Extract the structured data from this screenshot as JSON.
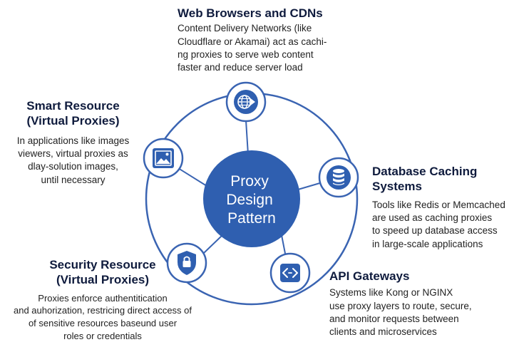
{
  "center": {
    "lines": [
      "Proxy",
      "Design",
      "Pattern"
    ]
  },
  "colors": {
    "ring": "#3a64b2",
    "center": "#2f5fb0",
    "icon_bg": "#2f5fb0",
    "node_fill": "#ffffff",
    "title": "#0f1b3d"
  },
  "nodes": [
    {
      "id": "web",
      "icon": "globe-arrow-icon",
      "title_lines": [
        "Web Browsers and CDNs"
      ],
      "desc_lines": [
        "Content Delivery Networks (like",
        "Cloudflare or Akamai) act as cachi-",
        "ng proxies to serve web content",
        "faster and reduce server load"
      ]
    },
    {
      "id": "db",
      "icon": "database-icon",
      "title_lines": [
        "Database Caching",
        "Systems"
      ],
      "desc_lines": [
        "Tools like Redis or Memcached",
        "are used as caching proxies",
        "to speed up database access",
        "in large-scale applications"
      ]
    },
    {
      "id": "api",
      "icon": "code-brackets-icon",
      "title_lines": [
        "API Gateways"
      ],
      "desc_lines": [
        "Systems like Kong or NGINX",
        "use proxy layers to route, secure,",
        "and monitor requests between",
        "clients and microservices"
      ]
    },
    {
      "id": "security",
      "icon": "shield-lock-icon",
      "title_lines": [
        "Security Resource",
        "(Virtual Proxies)"
      ],
      "desc_lines": [
        "Proxies enforce authentitication",
        "and auhorization, restricing direct access of",
        "of sensitive resources baseund user",
        "roles or credentials"
      ]
    },
    {
      "id": "smart",
      "icon": "image-icon",
      "title_lines": [
        "Smart Resource",
        "(Virtual Proxies)"
      ],
      "desc_lines": [
        "In applications like images",
        "viewers, virtual proxies as",
        "dlay-solution images,",
        "until necessary"
      ]
    }
  ]
}
